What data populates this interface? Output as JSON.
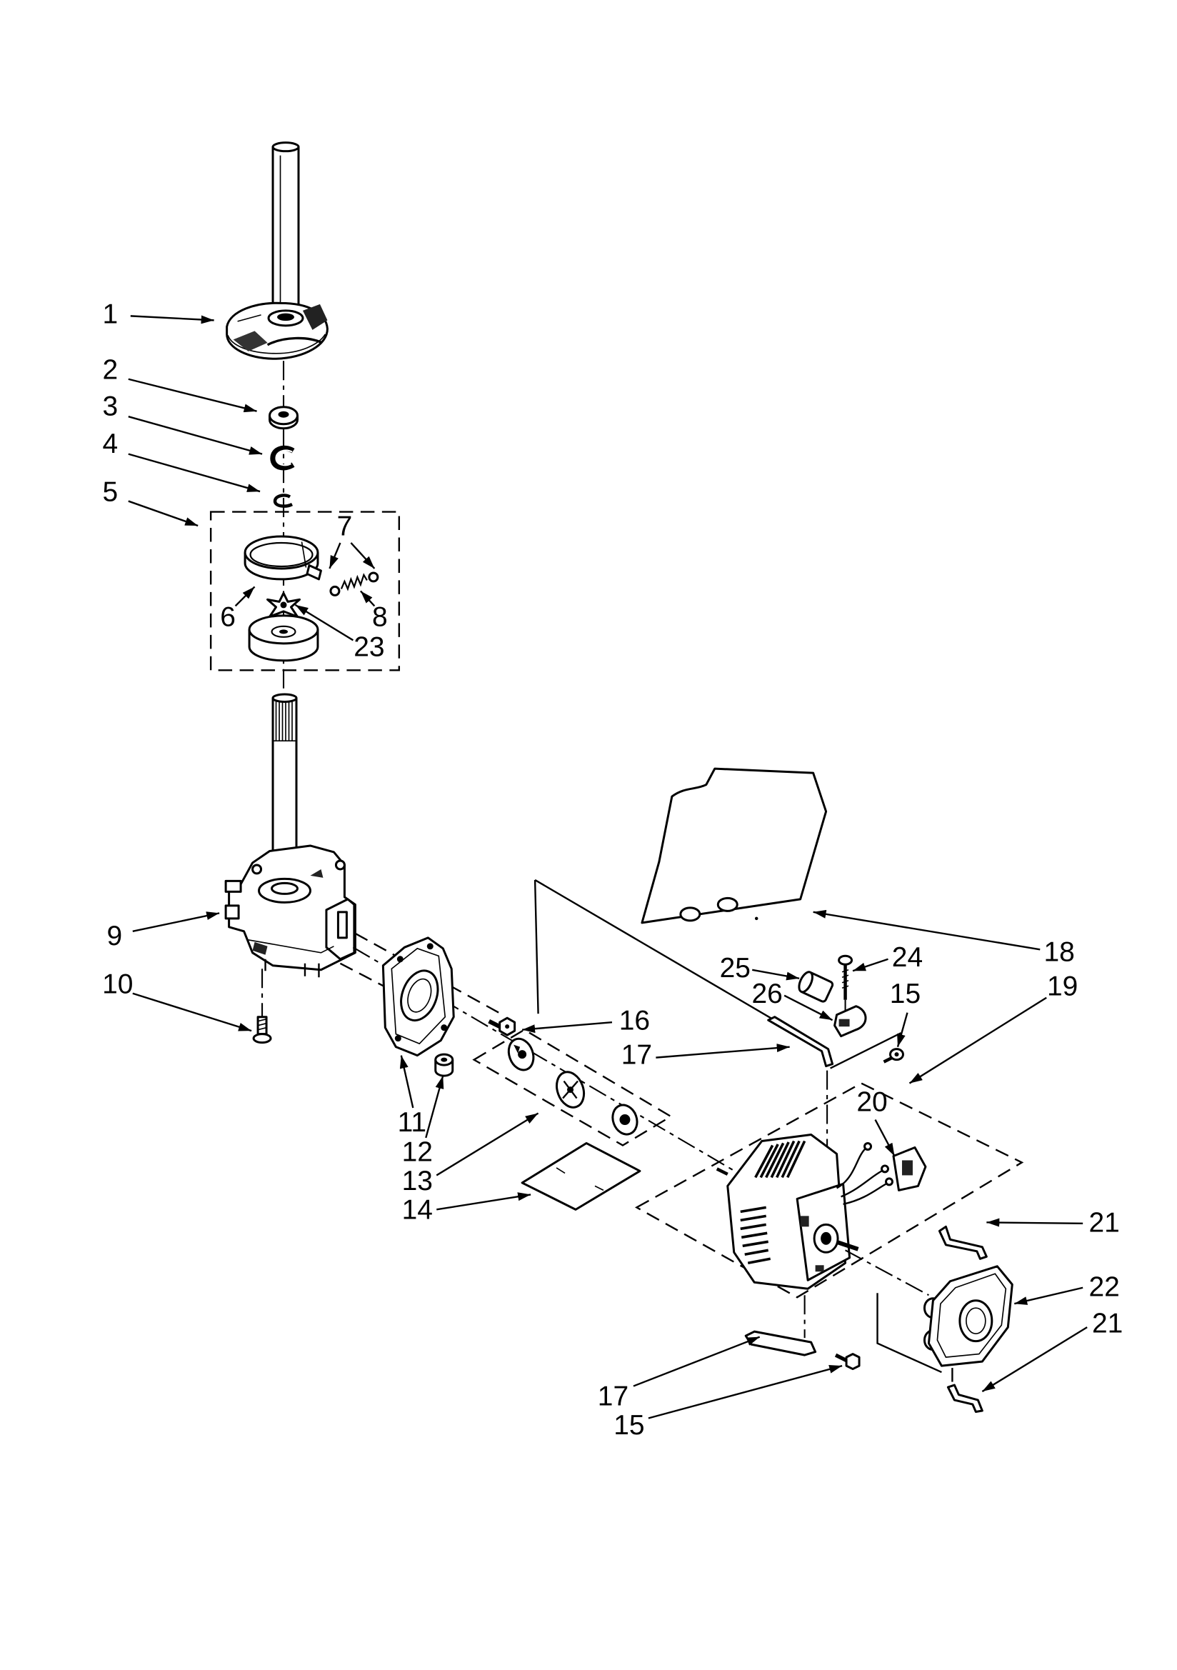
{
  "callouts": [
    "1",
    "2",
    "3",
    "4",
    "5",
    "6",
    "7",
    "8",
    "23",
    "9",
    "10",
    "11",
    "12",
    "13",
    "14",
    "16",
    "18",
    "19",
    "24",
    "25",
    "26",
    "15",
    "17",
    "20",
    "21",
    "22",
    "21",
    "17",
    "15"
  ]
}
